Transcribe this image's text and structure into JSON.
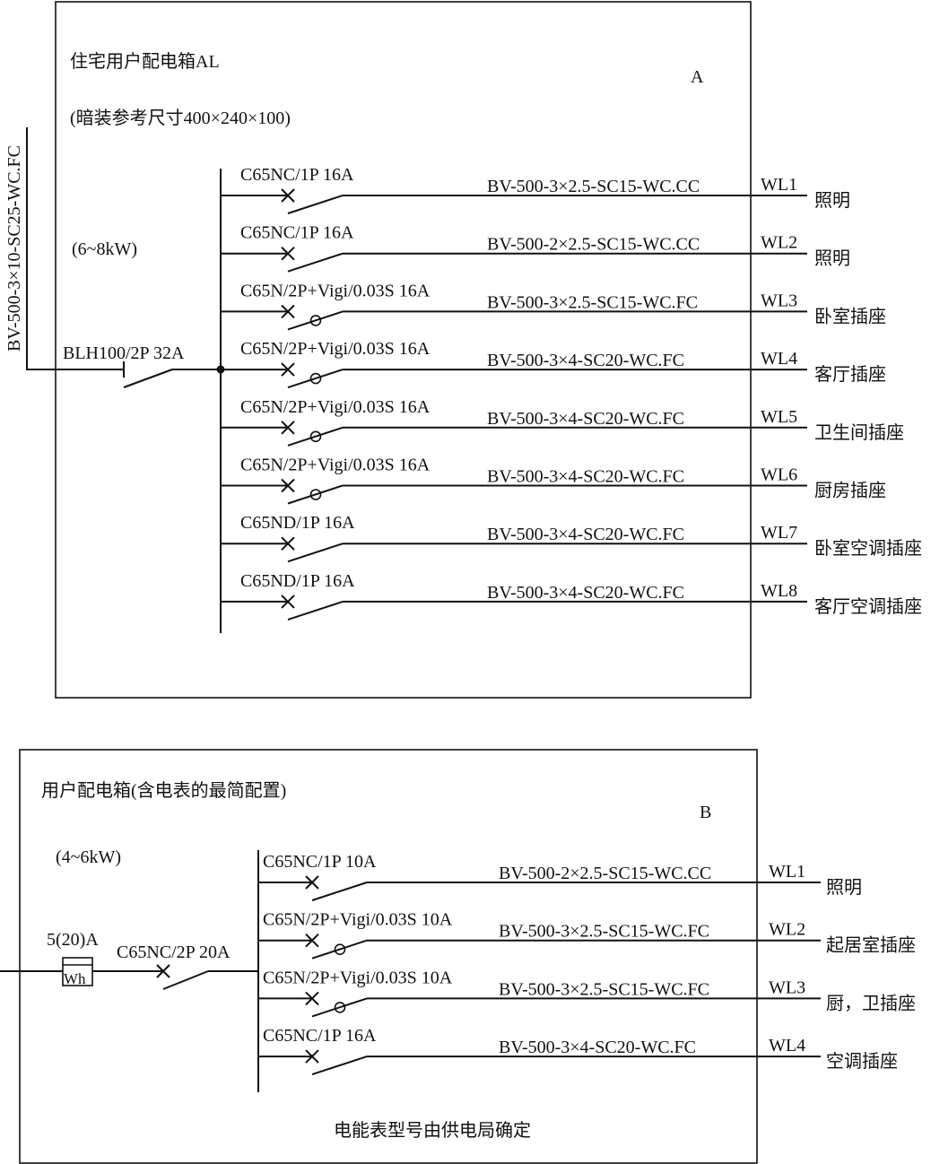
{
  "panel_a": {
    "letter": "A",
    "title": "住宅用户配电箱AL",
    "size_note": "(暗装参考尺寸400×240×100)",
    "power": "(6~8kW)",
    "incoming_cable": "BV-500-3×10-SC25-WC.FC",
    "main_breaker": "BLH100/2P 32A",
    "circuits": [
      {
        "breaker": "C65NC/1P 16A",
        "cable": "BV-500-3×2.5-SC15-WC.CC",
        "id": "WL1",
        "load": "照明",
        "rcd": false
      },
      {
        "breaker": "C65NC/1P 16A",
        "cable": "BV-500-2×2.5-SC15-WC.CC",
        "id": "WL2",
        "load": "照明",
        "rcd": false
      },
      {
        "breaker": "C65N/2P+Vigi/0.03S 16A",
        "cable": "BV-500-3×2.5-SC15-WC.FC",
        "id": "WL3",
        "load": "卧室插座",
        "rcd": true
      },
      {
        "breaker": "C65N/2P+Vigi/0.03S 16A",
        "cable": "BV-500-3×4-SC20-WC.FC",
        "id": "WL4",
        "load": "客厅插座",
        "rcd": true
      },
      {
        "breaker": "C65N/2P+Vigi/0.03S 16A",
        "cable": "BV-500-3×4-SC20-WC.FC",
        "id": "WL5",
        "load": "卫生间插座",
        "rcd": true
      },
      {
        "breaker": "C65N/2P+Vigi/0.03S 16A",
        "cable": "BV-500-3×4-SC20-WC.FC",
        "id": "WL6",
        "load": "厨房插座",
        "rcd": true
      },
      {
        "breaker": "C65ND/1P 16A",
        "cable": "BV-500-3×4-SC20-WC.FC",
        "id": "WL7",
        "load": "卧室空调插座",
        "rcd": false
      },
      {
        "breaker": "C65ND/1P 16A",
        "cable": "BV-500-3×4-SC20-WC.FC",
        "id": "WL8",
        "load": "客厅空调插座",
        "rcd": false
      }
    ]
  },
  "panel_b": {
    "letter": "B",
    "title": "用户配电箱(含电表的最简配置)",
    "power": "(4~6kW)",
    "meter_rating": "5(20)A",
    "meter_label": "Wh",
    "main_breaker": "C65NC/2P 20A",
    "footnote": "电能表型号由供电局确定",
    "circuits": [
      {
        "breaker": "C65NC/1P 10A",
        "cable": "BV-500-2×2.5-SC15-WC.CC",
        "id": "WL1",
        "load": "照明",
        "rcd": false
      },
      {
        "breaker": "C65N/2P+Vigi/0.03S 10A",
        "cable": "BV-500-3×2.5-SC15-WC.FC",
        "id": "WL2",
        "load": "起居室插座",
        "rcd": true
      },
      {
        "breaker": "C65N/2P+Vigi/0.03S 10A",
        "cable": "BV-500-3×2.5-SC15-WC.FC",
        "id": "WL3",
        "load": "厨，卫插座",
        "rcd": true
      },
      {
        "breaker": "C65NC/1P 16A",
        "cable": "BV-500-3×4-SC20-WC.FC",
        "id": "WL4",
        "load": "空调插座",
        "rcd": false
      }
    ]
  }
}
